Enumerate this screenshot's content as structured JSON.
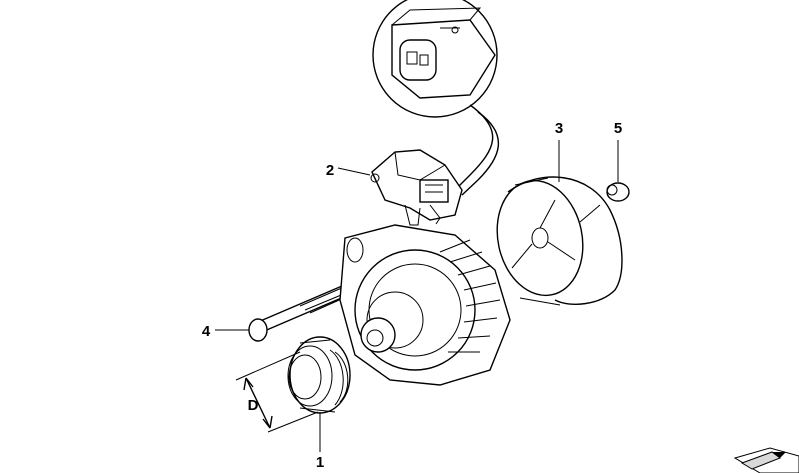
{
  "callouts": {
    "part_1": "1",
    "part_2": "2",
    "part_3": "3",
    "part_4": "4",
    "part_5": "5",
    "dimension_d": "D"
  },
  "colors": {
    "ink": "#000000",
    "background": "#ffffff",
    "shade": "#d9d9d9"
  }
}
